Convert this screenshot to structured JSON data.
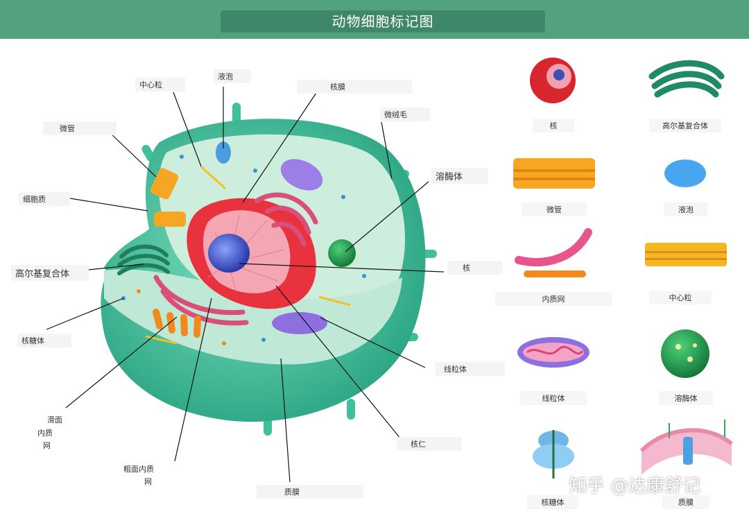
{
  "title": "动物细胞标记图",
  "diagram_labels": {
    "centriole": "中心粒",
    "vacuole": "液泡",
    "nuclear_membrane": "核膜",
    "microvilli": "微绒毛",
    "microtubule": "微管",
    "lysosome": "溶酶体",
    "cytoplasm": "细胞质",
    "golgi": "高尔基复合体",
    "nucleus": "核",
    "ribosome": "核糖体",
    "mitochondria": "线粒体",
    "smooth_er_1": "滑面",
    "smooth_er_2": "内质",
    "smooth_er_3": "网",
    "nucleolus": "核仁",
    "rough_er_1": "粗面内质",
    "rough_er_2": "网",
    "plasma_membrane": "质膜"
  },
  "legend": [
    {
      "label": "核"
    },
    {
      "label": "高尔基复合体"
    },
    {
      "label": "微管"
    },
    {
      "label": "液泡"
    },
    {
      "label": "内质网"
    },
    {
      "label": "中心粒"
    },
    {
      "label": "线粒体"
    },
    {
      "label": "溶酶体"
    },
    {
      "label": "核糖体"
    },
    {
      "label": "质膜"
    }
  ],
  "watermark": "知乎 @达康舒记",
  "colors": {
    "header": "#52a27e",
    "cell_membrane": "#3fbf9a",
    "cytoplasm": "#cdeedd",
    "nucleus_envelope": "#e8323e",
    "nucleoplasm": "#f4a6b4",
    "nucleolus": "#3c4fb8"
  }
}
